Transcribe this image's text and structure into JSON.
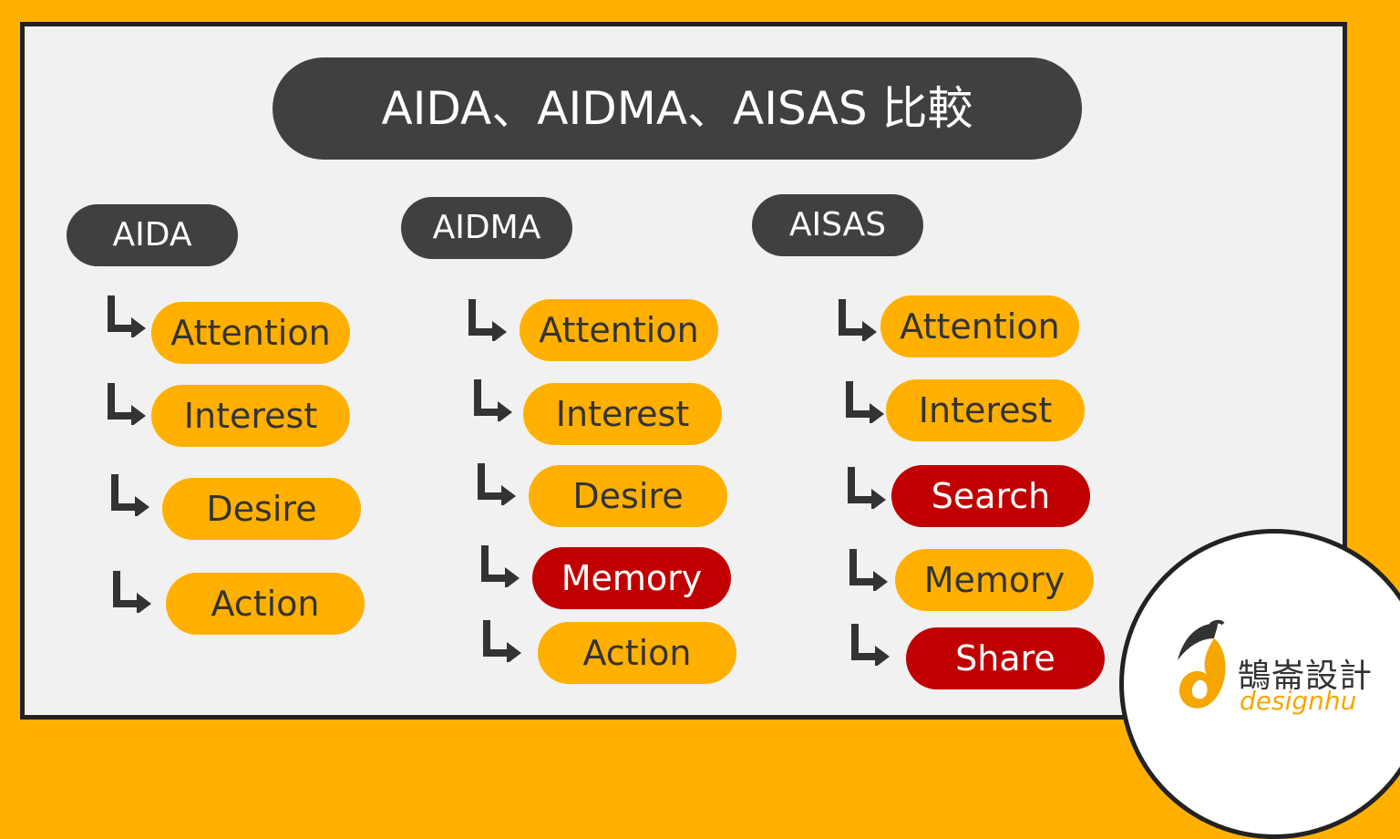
{
  "title": "AIDA、AIDMA、AISAS 比較",
  "colors": {
    "frame": "#FFB000",
    "board": "#F1F1F1",
    "dark": "#404040",
    "step": "#FFB000",
    "highlight": "#C00000"
  },
  "columns": [
    {
      "name": "AIDA",
      "steps": [
        {
          "label": "Attention",
          "highlight": false
        },
        {
          "label": "Interest",
          "highlight": false
        },
        {
          "label": "Desire",
          "highlight": false
        },
        {
          "label": "Action",
          "highlight": false
        }
      ]
    },
    {
      "name": "AIDMA",
      "steps": [
        {
          "label": "Attention",
          "highlight": false
        },
        {
          "label": "Interest",
          "highlight": false
        },
        {
          "label": "Desire",
          "highlight": false
        },
        {
          "label": "Memory",
          "highlight": true
        },
        {
          "label": "Action",
          "highlight": false
        }
      ]
    },
    {
      "name": "AISAS",
      "steps": [
        {
          "label": "Attention",
          "highlight": false
        },
        {
          "label": "Interest",
          "highlight": false
        },
        {
          "label": "Search",
          "highlight": true
        },
        {
          "label": "Memory",
          "highlight": false
        },
        {
          "label": "Share",
          "highlight": true
        }
      ]
    }
  ],
  "logo": {
    "name_cn": "鵠崙設計",
    "name_en": "designhu",
    "icon": "pelican-logo-icon"
  }
}
